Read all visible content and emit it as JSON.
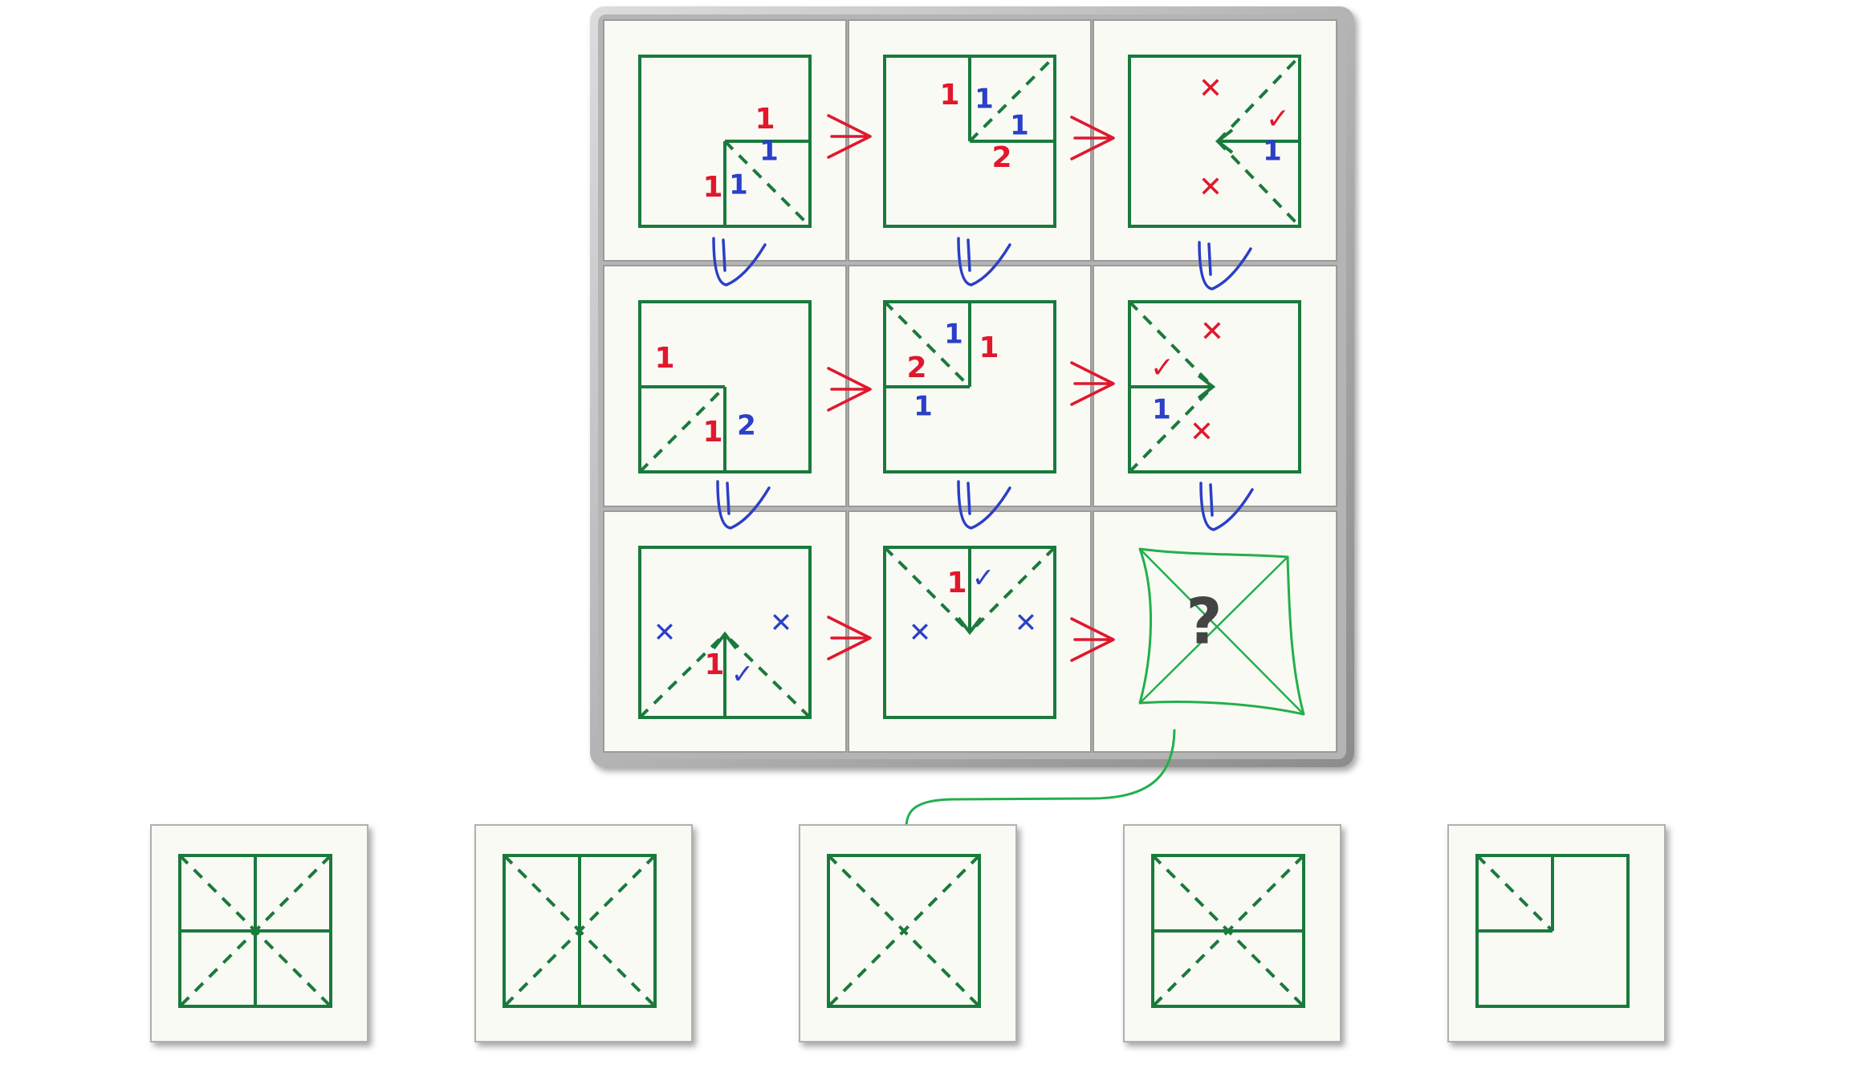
{
  "colors": {
    "figure_green": "#1a7a3c",
    "sketch_green": "#22b04b",
    "annot_red": "#e0182c",
    "annot_blue": "#2b3fc7",
    "cell_bg": "#fafaf5",
    "frame_grey": "#a8a8a8",
    "qmark_grey": "#444444"
  },
  "puzzle": {
    "question_mark": "?",
    "rows": [
      {
        "cells": [
          {
            "marks_red": [
              "1",
              "1"
            ],
            "marks_blue": [
              "1",
              "1"
            ]
          },
          {
            "marks_red": [
              "1",
              "2"
            ],
            "marks_blue": [
              "1",
              "1"
            ]
          },
          {
            "marks_red": [
              "✕",
              "✕",
              "✓"
            ],
            "marks_blue": [
              "1"
            ]
          }
        ]
      },
      {
        "cells": [
          {
            "marks_red": [
              "1",
              "1"
            ],
            "marks_blue": [
              "2"
            ]
          },
          {
            "marks_red": [
              "2",
              "1"
            ],
            "marks_blue": [
              "1",
              "1"
            ]
          },
          {
            "marks_red": [
              "✕",
              "✓",
              "✕"
            ],
            "marks_blue": [
              "1"
            ]
          }
        ]
      },
      {
        "cells": [
          {
            "marks_red": [
              "1"
            ],
            "marks_blue": [
              "✕",
              "✕",
              "✓"
            ]
          },
          {
            "marks_red": [
              "1"
            ],
            "marks_blue": [
              "✓",
              "✕",
              "✕"
            ]
          },
          {
            "marks_red": [],
            "marks_blue": []
          }
        ]
      }
    ]
  },
  "options": [
    {
      "figure": "horizontal-vertical-and-both-dashed-diagonals"
    },
    {
      "figure": "vertical-line-and-both-dashed-diagonals"
    },
    {
      "figure": "both-dashed-diagonals",
      "selected": true
    },
    {
      "figure": "horizontal-line-and-both-dashed-diagonals"
    },
    {
      "figure": "top-left-quadrant-with-dashed-diagonal"
    }
  ]
}
